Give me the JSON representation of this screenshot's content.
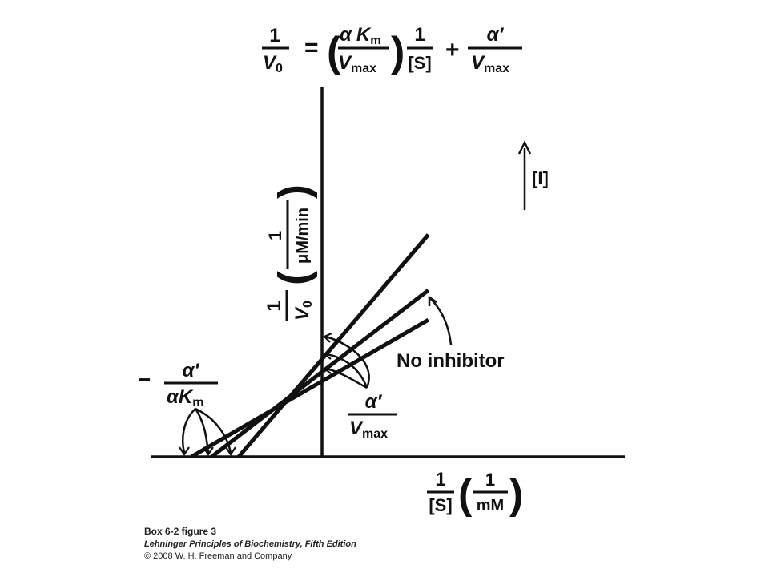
{
  "colors": {
    "ink": "#111111",
    "background": "#ffffff",
    "caption": "#222222"
  },
  "equation": {
    "lhs_num": "1",
    "lhs_den_var": "V",
    "lhs_den_sub": "0",
    "equals": "=",
    "open_paren": "(",
    "close_paren": ")",
    "alpha": "α",
    "k": "K",
    "k_sub": "m",
    "vmax_var": "V",
    "vmax_sub": "max",
    "one": "1",
    "s_bracket": "[S]",
    "plus": "+",
    "alpha_prime": "α′"
  },
  "y_axis_label": {
    "num": "1",
    "den_var": "V",
    "den_sub": "0",
    "unit_num": "1",
    "unit_den": "μM/min"
  },
  "x_axis_label": {
    "num": "1",
    "den": "[S]",
    "unit_num": "1",
    "unit_den": "mM"
  },
  "annotations": {
    "inhibitor": "[I]",
    "no_inhibitor": "No inhibitor",
    "intercept_y_num": "α′",
    "intercept_y_den_var": "V",
    "intercept_y_den_sub": "max",
    "intercept_x_minus": "−",
    "intercept_x_num": "α′",
    "intercept_x_den_alpha": "α",
    "intercept_x_den_k": "K",
    "intercept_x_den_sub": "m"
  },
  "chart_data": {
    "type": "line",
    "series": [
      {
        "x": [
          -0.24,
          0.32
        ],
        "y": [
          0,
          0.6
        ]
      },
      {
        "x": [
          -0.32,
          0.32
        ],
        "y": [
          0,
          0.45
        ]
      },
      {
        "x": [
          -0.38,
          0.32
        ],
        "y": [
          0,
          0.37
        ]
      }
    ],
    "xlim": [
      -0.5,
      0.9
    ],
    "ylim": [
      0,
      1
    ]
  },
  "caption": {
    "title": "Box 6-2 figure 3",
    "book": "Lehninger Principles of Biochemistry, Fifth Edition",
    "copyright": "© 2008 W. H. Freeman and Company"
  }
}
